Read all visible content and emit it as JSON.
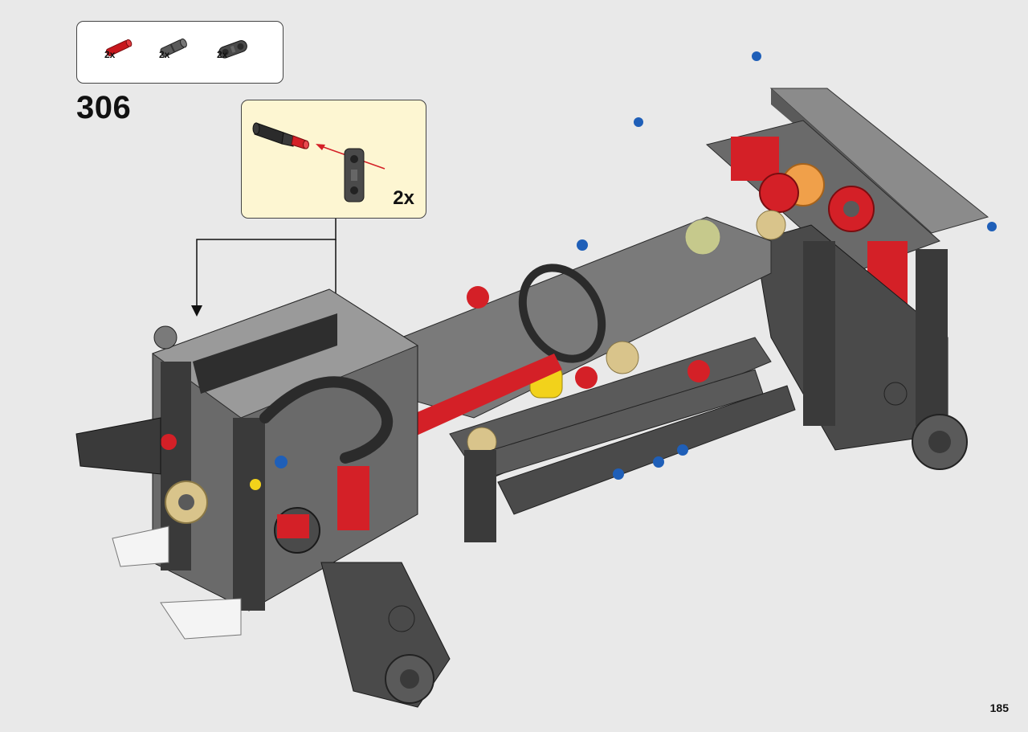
{
  "parts_list": {
    "items": [
      {
        "icon": "red-axle-pin-icon",
        "quantity": "2x",
        "color": "#c8171d"
      },
      {
        "icon": "dark-grey-axle-connector-icon",
        "quantity": "2x",
        "color": "#5a5a5a"
      },
      {
        "icon": "dark-grey-beam-connector-icon",
        "quantity": "2x",
        "color": "#4a4a4a"
      }
    ]
  },
  "step": {
    "number": "306"
  },
  "callout": {
    "quantity": "2x",
    "background": "#fdf6d2"
  },
  "page": {
    "number": "185"
  },
  "colors": {
    "background": "#e9e9e9",
    "dark_grey": "#4a4a4a",
    "light_grey": "#bdbdbd",
    "red": "#d42027",
    "blue": "#1f5fb8",
    "tan": "#d9c48b",
    "orange": "#f0a04a",
    "yellow": "#f2d21b"
  }
}
